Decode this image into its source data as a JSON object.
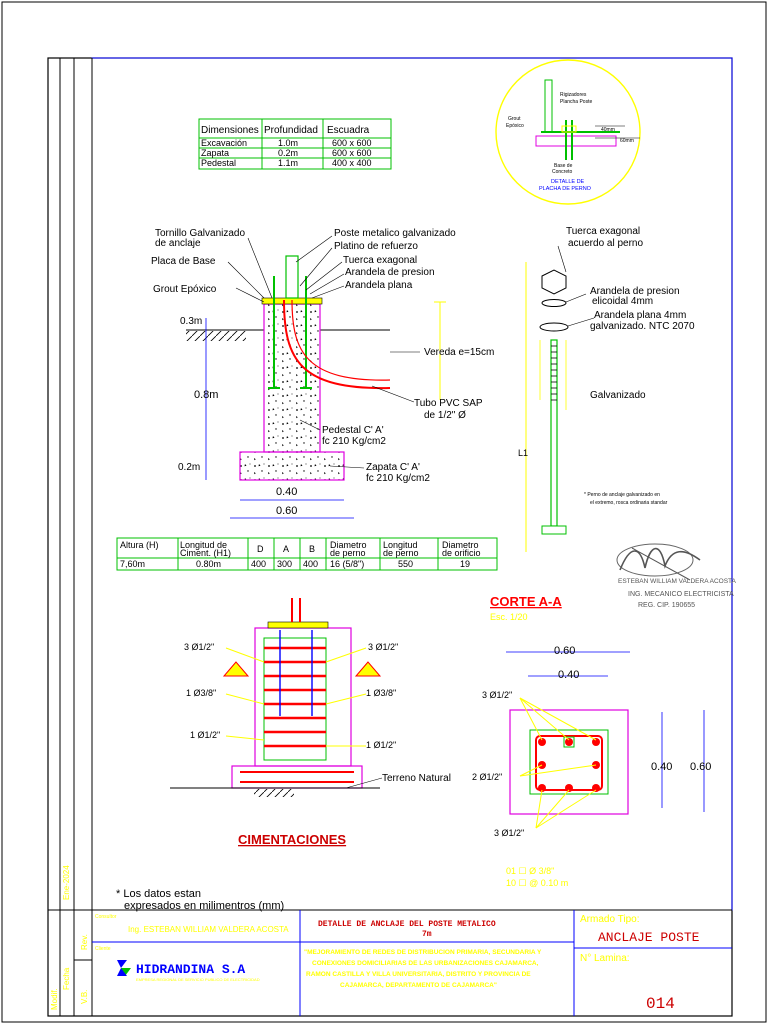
{
  "dims_table": {
    "headers": [
      "Dimensiones",
      "Profundidad",
      "Escuadra"
    ],
    "rows": [
      [
        "Excavación",
        "1.0m",
        "600  x  600"
      ],
      [
        "Zapata",
        "0.2m",
        "600  x  600"
      ],
      [
        "Pedestal",
        "1.1m",
        "400  x  400"
      ]
    ]
  },
  "detail_plate": {
    "labels": [
      "Rigizadores",
      "Plancha Poste",
      "Grout",
      "Epóxico",
      "40mm",
      "60mm",
      "Base de",
      "Concreto"
    ],
    "caption_l1": "DETALLE DE",
    "caption_l2": "PLACHA DE PERNO"
  },
  "elevation": {
    "labels": {
      "tornillo_l1": "Tornillo Galvanizado",
      "tornillo_l2": "de anclaje",
      "placa": "Placa de Base",
      "grout": "Grout Epóxico",
      "poste": "Poste metalico galvanizado",
      "platino": "Platino de refuerzo",
      "tuerca": "Tuerca exagonal",
      "arandela_presion": "Arandela de presion",
      "arandela_plana": "Arandela plana",
      "vereda": "Vereda e=15cm",
      "tubo_l1": "Tubo PVC SAP",
      "tubo_l2": "de 1/2\" Ø",
      "pedestal_l1": "Pedestal C' A'",
      "pedestal_l2": "fc 210 Kg/cm2",
      "zapata_l1": "Zapata C' A'",
      "zapata_l2": "fc 210 Kg/cm2"
    },
    "dims": {
      "d03": "0.3m",
      "d08": "0.8m",
      "d02": "0.2m",
      "w040": "0.40",
      "w060": "0.60"
    }
  },
  "bolt": {
    "tuerca_l1": "Tuerca exagonal",
    "tuerca_l2": "acuerdo al perno",
    "ar_pres_l1": "Arandela de presion",
    "ar_pres_l2": "elicoidal 4mm",
    "ar_plana_l1": "Arandela plana 4mm",
    "ar_plana_l2": "galvanizado. NTC 2070",
    "galv": "Galvanizado",
    "d1": "L1",
    "note_l1": "* Perno de anclaje galvanizado en",
    "note_l2": "el extremo, rosca ordinaria standar"
  },
  "bolt_table": {
    "headers": [
      [
        "Altura  (H)",
        ""
      ],
      [
        "Longitud de",
        "Ciment.  (H1)"
      ],
      [
        "D",
        ""
      ],
      [
        "A",
        ""
      ],
      [
        "B",
        ""
      ],
      [
        "Diametro",
        "de perno"
      ],
      [
        "Longitud",
        "de perno"
      ],
      [
        "Diametro",
        "de orificio"
      ]
    ],
    "row": [
      "7,60m",
      "0.80m",
      "400",
      "300",
      "400",
      "16  (5/8\")",
      "550",
      "19"
    ]
  },
  "signature": {
    "name": "ESTEBAN WILLIAM VALDERA ACOSTA",
    "title": "ING. MECANICO ELECTRICISTA",
    "reg": "REG. CIP. 190655"
  },
  "cimentaciones": {
    "title": "CIMENTACIONES",
    "labels": {
      "l_top": "3 Ø1/2\"",
      "r_top": "3 Ø1/2\"",
      "l_mid": "1 Ø3/8\"",
      "r_mid": "1 Ø3/8\"",
      "l_low": "1 Ø1/2\"",
      "r_low": "1 Ø1/2\"",
      "terreno": "Terreno Natural"
    }
  },
  "corte": {
    "title": "CORTE A-A",
    "scale": "Esc.  1/20",
    "w060": "0.60",
    "w040": "0.40",
    "h040": "0.40",
    "h060": "0.60",
    "l_top": "3 Ø1/2\"",
    "l_mid": "2 Ø1/2\"",
    "l_bot": "3 Ø1/2\"",
    "stirrup_l1": "01 ☐  Ø  3/8\"",
    "stirrup_l2": "10 ☐  @  0.10  m"
  },
  "note": {
    "l1": "*  Los datos estan",
    "l2": "expresados  en  milimentros  (mm)"
  },
  "title_block": {
    "side_fecha": "Fecha",
    "side_modif": "Modif.",
    "side_vb": "V.B.",
    "side_rev": "Rev.",
    "side_date": "Ene-2024",
    "consultor_label": "Consultor",
    "consultor": "Ing. ESTEBAN WILLIAM VALDERA ACOSTA",
    "cliente_label": "Cliente",
    "company": "HIDRANDINA S.A",
    "company_sub": "EMPRESA REGIONAL DE SERVICIO PUBLICO DE ELECTRICIDAD",
    "detail_title_l1": "DETALLE  DE  ANCLAJE  DEL  POSTE  METALICO",
    "detail_title_l2": "7m",
    "project": [
      "\"MEJORAMIENTO DE REDES DE DISTRIBUCION PRIMARIA, SECUNDARIA Y",
      "CONEXIONES DOMICILIARIAS DE LAS URBANIZACIONES CAJAMARCA,",
      "RAMON CASTILLA Y VILLA UNIVERSITARIA, DISTRITO Y PROVINCIA DE",
      "CAJAMARCA, DEPARTAMENTO DE CAJAMARCA\""
    ],
    "armado_label": "Armado Tipo:",
    "armado": "ANCLAJE  POSTE",
    "lamina_label": "N° Lamina:",
    "lamina": "014"
  },
  "colors": {
    "frame": "#0000ff",
    "green": "#00c000",
    "magenta": "#e000e0",
    "red": "#ff0000",
    "yellow": "#ffff00",
    "title_red": "#cc0000"
  }
}
